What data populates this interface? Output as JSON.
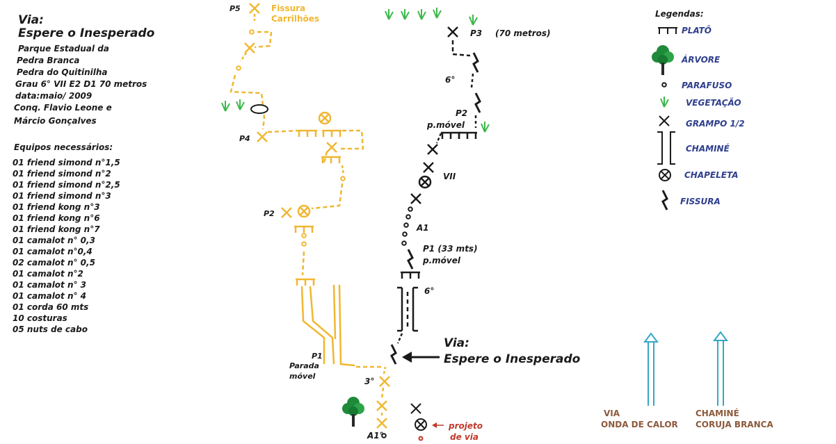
{
  "info": {
    "title_line1": "Via:",
    "title_line2": "Espere o Inesperado",
    "details": [
      "Parque Estadual da",
      "Pedra Branca",
      "Pedra do Quitinilha",
      "Grau 6° VII  E2  D1  70 metros",
      "data:maio/ 2009",
      "Conq. Flavio  Leone  e",
      "Márcio  Gonçalves"
    ]
  },
  "equipment": {
    "heading": "Equipos necessários:",
    "items": [
      "01 friend simond n°1,5",
      "01 friend simond n°2",
      "01 friend simond n°2,5",
      "01 friend simond n°3",
      "01 friend kong n°3",
      "01 friend kong n°6",
      "01 friend kong n°7",
      "01 camalot n° 0,3",
      "01 camalot n°0,4",
      "02 camalot n° 0,5",
      "01 camalot n°2",
      "01 camalot n° 3",
      "01 camalot n° 4",
      "01 corda 60 mts",
      "10 costuras",
      "05 nuts de cabo"
    ]
  },
  "legend": {
    "title": "Legendas:",
    "items": [
      {
        "symbol": "plato-icon",
        "label": "PLATÔ"
      },
      {
        "symbol": "tree-icon",
        "label": "ÁRVORE"
      },
      {
        "symbol": "bolt-icon",
        "label": "PARAFUSO"
      },
      {
        "symbol": "vegetation-icon",
        "label": "VEGETAÇÃO"
      },
      {
        "symbol": "staple-icon",
        "label": "GRAMPO 1/2"
      },
      {
        "symbol": "chimney-icon",
        "label": "CHAMINÉ"
      },
      {
        "symbol": "hanger-icon",
        "label": "CHAPELETA"
      },
      {
        "symbol": "crack-icon",
        "label": "FISSURA"
      }
    ]
  },
  "route_labels": {
    "p3": "P3",
    "p3_dist": "(70 metros)",
    "six_upper": "6°",
    "p2": "P2",
    "p2_note": "p.móvel",
    "vii": "VII",
    "a1_upper": "A1",
    "p1": "P1 (33 mts)",
    "p1_note": "p.móvel",
    "six_lower": "6°",
    "three": "3°",
    "a1_lower": "A1°",
    "via_arrow_line1": "Via:",
    "via_arrow_line2": "Espere o Inesperado"
  },
  "neighbor_labels": {
    "p5": "P5",
    "fissura_line1": "Fissura",
    "fissura_line2": "Carrilhões",
    "p4": "P4",
    "p2": "P2",
    "p1": "P1",
    "parada_line1": "Parada",
    "parada_line2": "móvel"
  },
  "project": {
    "line1": "projeto",
    "line2": "de via"
  },
  "other_routes": [
    {
      "line1": "VIA",
      "line2": "ONDA DE CALOR"
    },
    {
      "line1": "CHAMINÉ",
      "line2": "CORUJA BRANCA"
    }
  ],
  "colors": {
    "route": "#1a1a1a",
    "neighbor_route": "#f0b731",
    "legend_text": "#2f3f8c",
    "vegetation": "#3db84a",
    "tree": "#1e8a3a",
    "project": "#c0392b",
    "arrow_blue": "#33a7c8",
    "brown_text": "#8c5a3c"
  }
}
